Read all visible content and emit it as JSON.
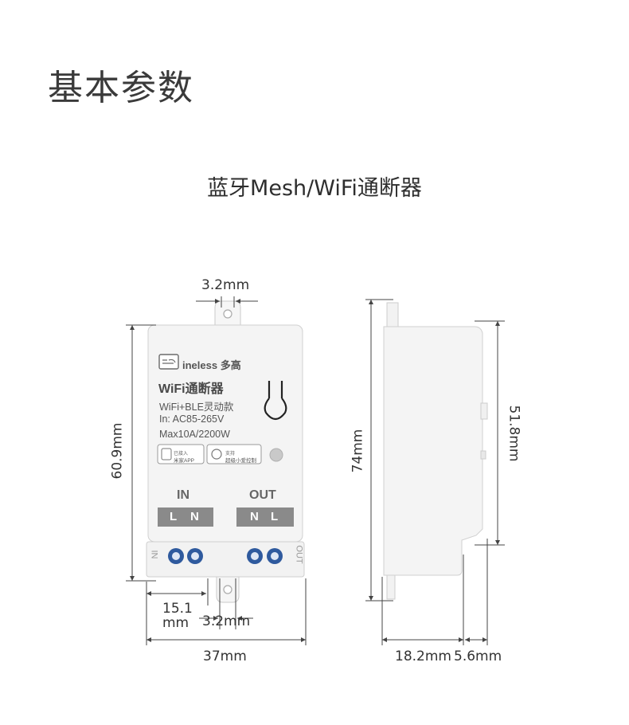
{
  "page_title": "基本参数",
  "product_title": "蓝牙Mesh/WiFi通断器",
  "dimensions": {
    "top_tab_width": "3.2mm",
    "front_height": "60.9mm",
    "bottom_offset_line1": "15.1",
    "bottom_offset_line2": "mm",
    "bottom_tab_width": "3.2mm",
    "front_width": "37mm",
    "side_height": "74mm",
    "side_body_height": "51.8mm",
    "side_depth": "18.2mm",
    "side_step": "5.6mm"
  },
  "device": {
    "brand": "ineless 多高",
    "name": "WiFi通断器",
    "spec_line1": "WiFi+BLE灵动款",
    "spec_line2": "In: AC85-265V",
    "spec_line3": "Max10A/2200W",
    "badge1_line1": "已接入",
    "badge1_line2": "米家APP",
    "badge2_line1": "支持",
    "badge2_line2": "超级小爱控制",
    "in_label": "IN",
    "out_label": "OUT",
    "in_terminals": [
      "L",
      "N"
    ],
    "out_terminals": [
      "N",
      "L"
    ],
    "side_in": "IN",
    "side_out": "OUT"
  },
  "colors": {
    "body": "#f3f3f3",
    "terminal_strip": "#8a8a8a",
    "screw": "#2f5a9e",
    "dimension_line": "#444444"
  }
}
